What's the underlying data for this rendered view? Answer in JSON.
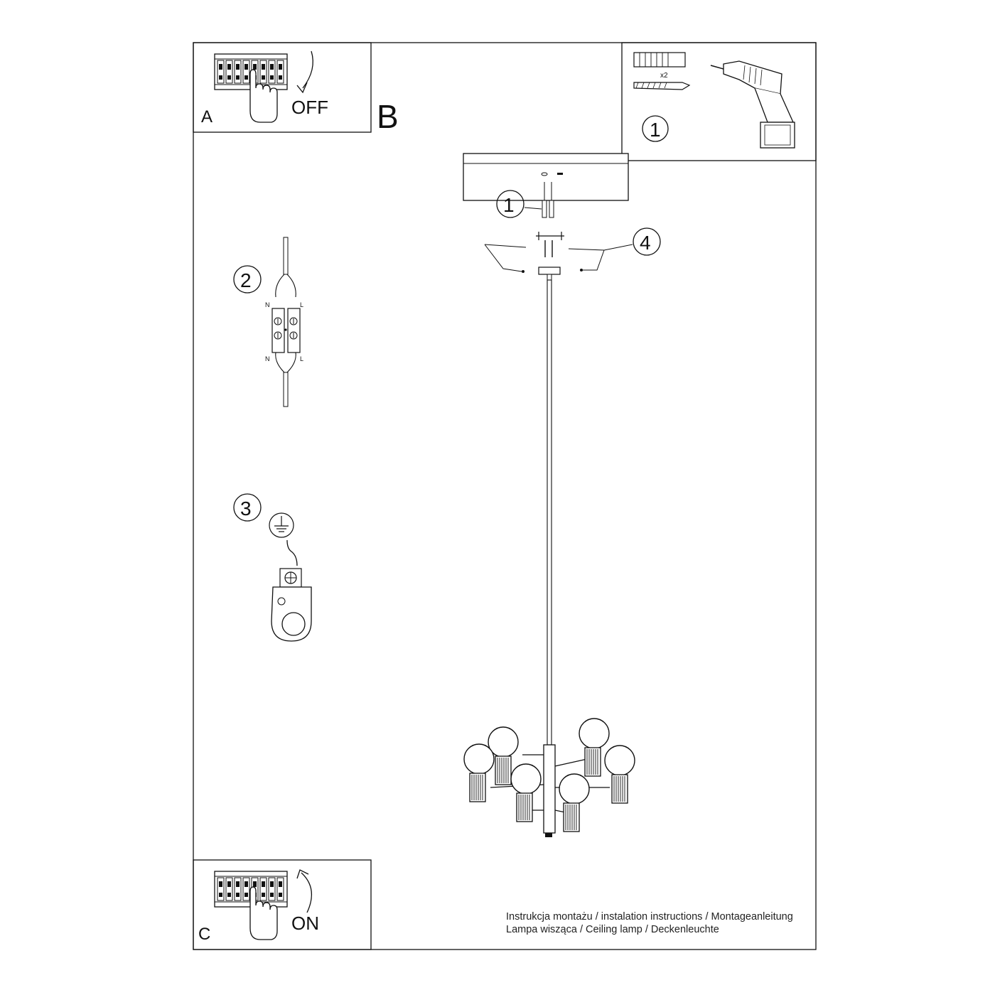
{
  "panels": {
    "a": {
      "letter": "A",
      "state": "OFF"
    },
    "b": {
      "letter": "B"
    },
    "c": {
      "letter": "C",
      "state": "ON"
    }
  },
  "tools": {
    "step": "1",
    "quantity": "x2"
  },
  "steps": {
    "anchors": "1",
    "wiring": "2",
    "earth": "3",
    "cover_screws": "4"
  },
  "wiring": {
    "neutral": "N",
    "live": "L"
  },
  "caption": {
    "line1": "Instrukcja montażu / instalation instructions / Montageanleitung",
    "line2": "Lampa wisząca / Ceiling lamp / Deckenleuchte"
  },
  "icons": [
    "breaker-box-icon",
    "hand-icon",
    "rotate-arrow-icon",
    "wall-plug-icon",
    "screw-icon",
    "drill-icon",
    "terminal-block-icon",
    "earth-icon"
  ]
}
